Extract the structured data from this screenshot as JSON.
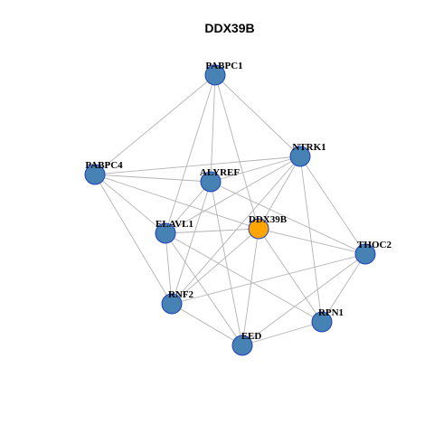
{
  "title": "DDX39B",
  "colors": {
    "node_default": "#4682b4",
    "node_focus": "#ffa500",
    "node_border": "#1f3fbf",
    "edge": "#b3b3b3"
  },
  "nodes": [
    {
      "id": "PABPC1",
      "label": "PABPC1",
      "focus": false
    },
    {
      "id": "NTRK1",
      "label": "NTRK1",
      "focus": false
    },
    {
      "id": "PABPC4",
      "label": "PABPC4",
      "focus": false
    },
    {
      "id": "ALYREF",
      "label": "ALYREF",
      "focus": false
    },
    {
      "id": "ELAVL1",
      "label": "ELAVL1",
      "focus": false
    },
    {
      "id": "DDX39B",
      "label": "DDX39B",
      "focus": true
    },
    {
      "id": "THOC2",
      "label": "THOC2",
      "focus": false
    },
    {
      "id": "RNF2",
      "label": "RNF2",
      "focus": false
    },
    {
      "id": "RPN1",
      "label": "RPN1",
      "focus": false
    },
    {
      "id": "EED",
      "label": "EED",
      "focus": false
    }
  ],
  "edges": [
    [
      "PABPC1",
      "NTRK1"
    ],
    [
      "PABPC1",
      "ALYREF"
    ],
    [
      "PABPC1",
      "ELAVL1"
    ],
    [
      "PABPC1",
      "DDX39B"
    ],
    [
      "PABPC1",
      "PABPC4"
    ],
    [
      "NTRK1",
      "PABPC4"
    ],
    [
      "NTRK1",
      "ALYREF"
    ],
    [
      "NTRK1",
      "ELAVL1"
    ],
    [
      "NTRK1",
      "DDX39B"
    ],
    [
      "NTRK1",
      "THOC2"
    ],
    [
      "NTRK1",
      "RPN1"
    ],
    [
      "NTRK1",
      "RNF2"
    ],
    [
      "PABPC4",
      "ALYREF"
    ],
    [
      "PABPC4",
      "ELAVL1"
    ],
    [
      "PABPC4",
      "DDX39B"
    ],
    [
      "PABPC4",
      "RNF2"
    ],
    [
      "ALYREF",
      "ELAVL1"
    ],
    [
      "ALYREF",
      "THOC2"
    ],
    [
      "ALYREF",
      "RNF2"
    ],
    [
      "ALYREF",
      "EED"
    ],
    [
      "ELAVL1",
      "DDX39B"
    ],
    [
      "ELAVL1",
      "RPN1"
    ],
    [
      "ELAVL1",
      "RNF2"
    ],
    [
      "ELAVL1",
      "EED"
    ],
    [
      "DDX39B",
      "THOC2"
    ],
    [
      "DDX39B",
      "RNF2"
    ],
    [
      "DDX39B",
      "RPN1"
    ],
    [
      "DDX39B",
      "EED"
    ],
    [
      "THOC2",
      "RNF2"
    ],
    [
      "THOC2",
      "RPN1"
    ],
    [
      "THOC2",
      "EED"
    ],
    [
      "RNF2",
      "EED"
    ],
    [
      "RPN1",
      "EED"
    ]
  ]
}
